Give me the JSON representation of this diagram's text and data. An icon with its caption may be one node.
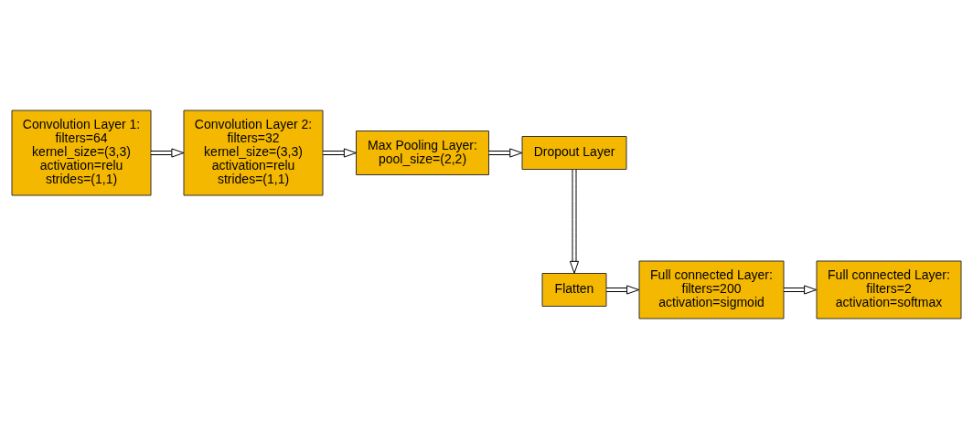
{
  "diagram": {
    "nodes": [
      {
        "text": [
          "Convolution Layer 1:",
          "filters=64",
          "kernel_size=(3,3)",
          "activation=relu",
          "strides=(1,1)"
        ]
      },
      {
        "text": [
          "Convolution Layer 2:",
          "filters=32",
          "kernel_size=(3,3)",
          "activation=relu",
          "strides=(1,1)"
        ]
      },
      {
        "text": [
          "Max Pooling Layer:",
          "pool_size=(2,2)"
        ]
      },
      {
        "text": [
          "Dropout Layer"
        ]
      },
      {
        "text": [
          "Flatten"
        ]
      },
      {
        "text": [
          "Full connected Layer:",
          "filters=200",
          "activation=sigmoid"
        ]
      },
      {
        "text": [
          "Full connected Layer:",
          "filters=2",
          "activation=softmax"
        ]
      }
    ],
    "edges": [
      {
        "from": 0,
        "to": 1,
        "arrow": "to"
      },
      {
        "from": 1,
        "to": 2,
        "arrow": "to"
      },
      {
        "from": 2,
        "to": 3,
        "arrow": "to"
      },
      {
        "from": 3,
        "to": 4,
        "arrow": "to"
      },
      {
        "from": 4,
        "to": 5,
        "arrow": "to"
      },
      {
        "from": 5,
        "to": 6,
        "arrow": "to"
      }
    ]
  }
}
